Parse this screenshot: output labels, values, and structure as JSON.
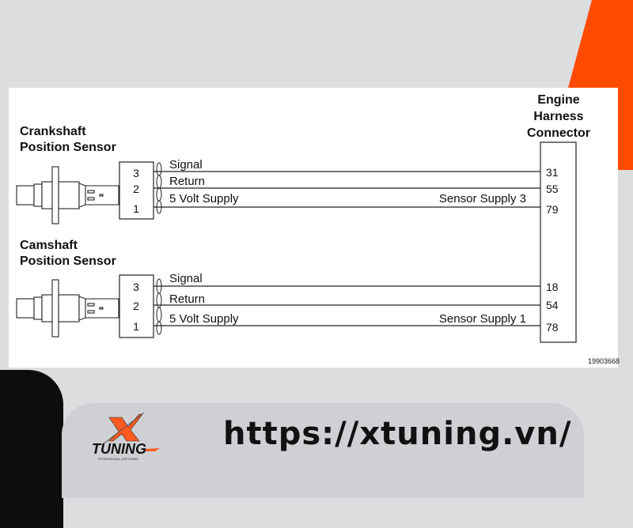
{
  "colors": {
    "background": "#dcdddf",
    "accent_orange": "#ff4a00",
    "card": "#ffffff",
    "footer_band": "#cfd0d3",
    "ink": "#111111"
  },
  "diagram": {
    "connector_title": [
      "Engine",
      "Harness",
      "Connector"
    ],
    "figure_code": "19903668",
    "sensors": [
      {
        "title": [
          "Crankshaft",
          "Position Sensor"
        ],
        "pins": [
          "3",
          "2",
          "1"
        ],
        "wires": [
          {
            "label": "Signal",
            "harness_pin": "31"
          },
          {
            "label": "Return",
            "harness_pin": "55"
          },
          {
            "label": "5 Volt Supply",
            "harness_pin": "79",
            "supply_label": "Sensor Supply 3"
          }
        ]
      },
      {
        "title": [
          "Camshaft",
          "Position Sensor"
        ],
        "pins": [
          "3",
          "2",
          "1"
        ],
        "wires": [
          {
            "label": "Signal",
            "harness_pin": "18"
          },
          {
            "label": "Return",
            "harness_pin": "54"
          },
          {
            "label": "5 Volt Supply",
            "harness_pin": "78",
            "supply_label": "Sensor Supply 1"
          }
        ]
      }
    ]
  },
  "footer": {
    "logo_text": "TUNING",
    "logo_tagline": "PROFESSIONAL CHIPTUNING",
    "url": "https://xtuning.vn/"
  }
}
